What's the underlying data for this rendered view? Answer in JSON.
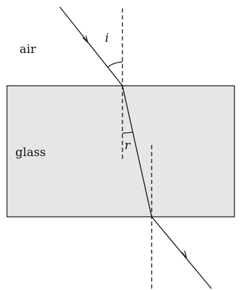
{
  "labels": {
    "top_medium": "air",
    "slab_medium": "glass",
    "angle_incidence": "i",
    "angle_refraction": "r"
  },
  "colors": {
    "slab_fill": "#e6e6e6",
    "line": "#111111"
  }
}
